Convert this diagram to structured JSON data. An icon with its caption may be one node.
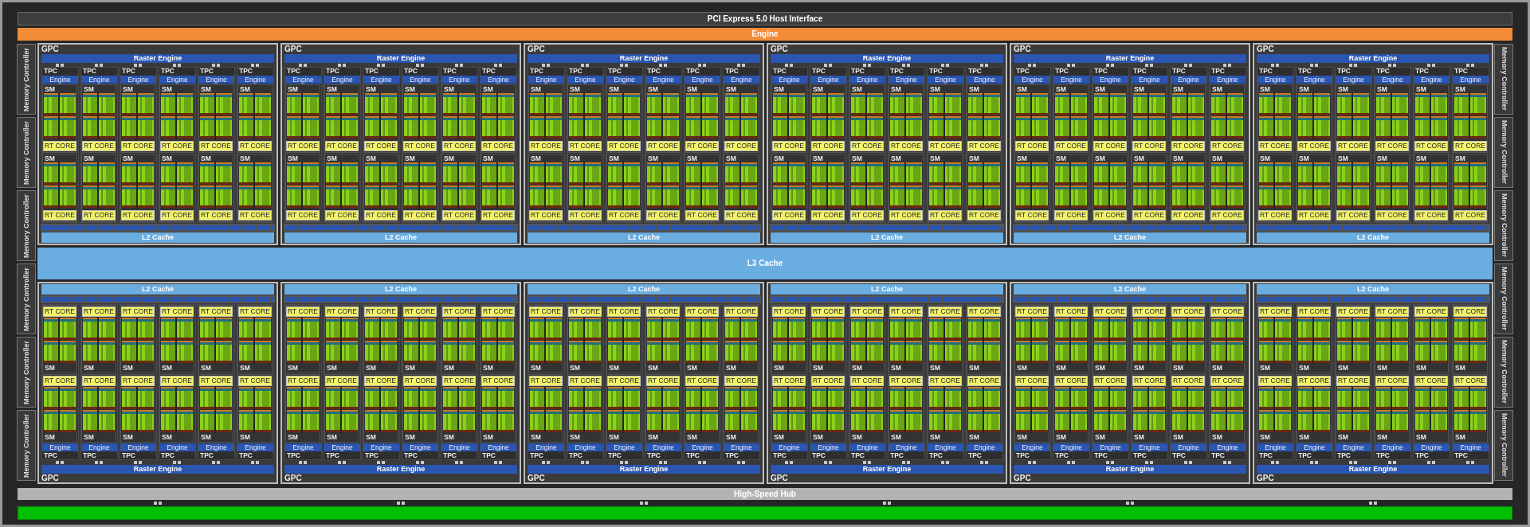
{
  "diagram": {
    "nodes": [
      {
        "text": [
          "PCI Express 5.0 Host Interface"
        ]
      },
      {
        "text": [
          "Engine"
        ]
      },
      {
        "text": [
          "Memory Controller"
        ]
      },
      {
        "text": [
          "Memory Controller"
        ]
      },
      {
        "text": [
          "Memory Controller"
        ]
      },
      {
        "text": [
          "Memory Controller"
        ]
      },
      {
        "text": [
          "Memory Controller"
        ]
      },
      {
        "text": [
          "Memory Controller"
        ]
      },
      {
        "text": [
          "Memory Controller"
        ]
      },
      {
        "text": [
          "Memory Controller"
        ]
      },
      {
        "text": [
          "Memory Controller"
        ]
      },
      {
        "text": [
          "Memory Controller"
        ]
      },
      {
        "text": [
          "Memory Controller"
        ]
      },
      {
        "text": [
          "Memory Controller"
        ]
      },
      {
        "text": [
          "GPC"
        ]
      },
      {
        "text": [
          "Raster Engine"
        ],
        "in": 14
      },
      {
        "text": [
          "TPC"
        ],
        "in": 14
      },
      {
        "text": [
          "Engine"
        ],
        "in": 16
      },
      {
        "text": [
          "SM"
        ],
        "in": 16
      },
      {
        "text": [
          "RT CORE"
        ],
        "in": 18
      },
      {
        "text": [
          "SM"
        ],
        "in": 16
      },
      {
        "text": [
          "RT CORE"
        ],
        "in": 20
      },
      {
        "text": [
          "TPC"
        ],
        "in": 14
      },
      {
        "text": [
          "Engine"
        ],
        "in": 22
      },
      {
        "text": [
          "SM"
        ],
        "in": 22
      },
      {
        "text": [
          "RT CORE"
        ],
        "in": 24
      },
      {
        "text": [
          "SM"
        ],
        "in": 22
      },
      {
        "text": [
          "RT CORE"
        ],
        "in": 26
      },
      {
        "text": [
          "TPC"
        ],
        "in": 14
      },
      {
        "text": [
          "Engine"
        ],
        "in": 28
      },
      {
        "text": [
          "SM"
        ],
        "in": 28
      },
      {
        "text": [
          "RT CORE"
        ],
        "in": 30
      },
      {
        "text": [
          "SM"
        ],
        "in": 28
      },
      {
        "text": [
          "RT CORE"
        ],
        "in": 32
      },
      {
        "text": [
          "TPC"
        ],
        "in": 14
      },
      {
        "text": [
          "Engine"
        ],
        "in": 34
      },
      {
        "text": [
          "SM"
        ],
        "in": 34
      },
      {
        "text": [
          "RT CORE"
        ],
        "in": 36
      },
      {
        "text": [
          "SM"
        ],
        "in": 34
      },
      {
        "text": [
          "RT CORE"
        ],
        "in": 38
      },
      {
        "text": [
          "TPC"
        ],
        "in": 14
      },
      {
        "text": [
          "Engine"
        ],
        "in": 40
      },
      {
        "text": [
          "SM"
        ],
        "in": 40
      },
      {
        "text": [
          "RT CORE"
        ],
        "in": 42
      },
      {
        "text": [
          "SM"
        ],
        "in": 40
      },
      {
        "text": [
          "RT CORE"
        ],
        "in": 44
      },
      {
        "text": [
          "TPC"
        ],
        "in": 14
      },
      {
        "text": [
          "Engine"
        ],
        "in": 46
      },
      {
        "text": [
          "SM"
        ],
        "in": 46
      },
      {
        "text": [
          "RT CORE"
        ],
        "in": 48
      },
      {
        "text": [
          "SM"
        ],
        "in": 46
      },
      {
        "text": [
          "RT CORE"
        ],
        "in": 50
      },
      {
        "text": [
          "L2 Cache"
        ],
        "in": 14
      },
      {
        "text": [
          "GPC"
        ]
      },
      {
        "text": [
          "Raster Engine"
        ],
        "in": 53
      },
      {
        "text": [
          "TPC"
        ],
        "in": 53
      },
      {
        "text": [
          "Engine"
        ],
        "in": 55
      },
      {
        "text": [
          "SM"
        ],
        "in": 55
      },
      {
        "text": [
          "RT CORE"
        ],
        "in": 57
      },
      {
        "text": [
          "SM"
        ],
        "in": 55
      },
      {
        "text": [
          "RT CORE"
        ],
        "in": 59
      },
      {
        "text": [
          "TPC"
        ],
        "in": 53
      },
      {
        "text": [
          "Engine"
        ],
        "in": 61
      },
      {
        "text": [
          "SM"
        ],
        "in": 61
      },
      {
        "text": [
          "RT CORE"
        ],
        "in": 63
      },
      {
        "text": [
          "SM"
        ],
        "in": 61
      },
      {
        "text": [
          "RT CORE"
        ],
        "in": 65
      },
      {
        "text": [
          "TPC"
        ],
        "in": 53
      },
      {
        "text": [
          "Engine"
        ],
        "in": 67
      },
      {
        "text": [
          "SM"
        ],
        "in": 67
      },
      {
        "text": [
          "RT CORE"
        ],
        "in": 69
      },
      {
        "text": [
          "SM"
        ],
        "in": 67
      },
      {
        "text": [
          "RT CORE"
        ],
        "in": 71
      },
      {
        "text": [
          "TPC"
        ],
        "in": 53
      },
      {
        "text": [
          "Engine"
        ],
        "in": 73
      },
      {
        "text": [
          "SM"
        ],
        "in": 73
      },
      {
        "text": [
          "RT CORE"
        ],
        "in": 75
      },
      {
        "text": [
          "SM"
        ],
        "in": 73
      },
      {
        "text": [
          "RT CORE"
        ],
        "in": 77
      },
      {
        "text": [
          "TPC"
        ],
        "in": 53
      },
      {
        "text": [
          "Engine"
        ],
        "in": 79
      },
      {
        "text": [
          "SM"
        ],
        "in": 79
      },
      {
        "text": [
          "RT CORE"
        ],
        "in": 81
      },
      {
        "text": [
          "SM"
        ],
        "in": 79
      },
      {
        "text": [
          "RT CORE"
        ],
        "in": 83
      },
      {
        "text": [
          "TPC"
        ],
        "in": 53
      },
      {
        "text": [
          "Engine"
        ],
        "in": 85
      },
      {
        "text": [
          "SM"
        ],
        "in": 85
      },
      {
        "text": [
          "RT CORE"
        ],
        "in": 87
      },
      {
        "text": [
          "SM"
        ],
        "in": 85
      },
      {
        "text": [
          "RT CORE"
        ],
        "in": 89
      },
      {
        "text": [
          "L2 Cache"
        ],
        "in": 53
      },
      {
        "text": [
          "GPC"
        ]
      },
      {
        "text": [
          "Raster Engine"
        ],
        "in": 92
      },
      {
        "text": [
          "TPC"
        ],
        "in": 92
      },
      {
        "text": [
          "Engine"
        ],
        "in": 94
      },
      {
        "text": [
          "SM"
        ],
        "in": 94
      },
      {
        "text": [
          "RT CORE"
        ],
        "in": 96
      },
      {
        "text": [
          "SM"
        ],
        "in": 94
      },
      {
        "text": [
          "RT CORE"
        ],
        "in": 98
      },
      {
        "text": [
          "TPC"
        ],
        "in": 92
      },
      {
        "text": [
          "Engine"
        ],
        "in": 100
      },
      {
        "text": [
          "SM"
        ],
        "in": 100
      },
      {
        "text": [
          "RT CORE"
        ],
        "in": 102
      },
      {
        "text": [
          "SM"
        ],
        "in": 100
      },
      {
        "text": [
          "RT CORE"
        ],
        "in": 104
      },
      {
        "text": [
          "TPC"
        ],
        "in": 92
      },
      {
        "text": [
          "Engine"
        ],
        "in": 106
      },
      {
        "text": [
          "SM"
        ],
        "in": 106
      },
      {
        "text": [
          "RT CORE"
        ],
        "in": 108
      },
      {
        "text": [
          "SM"
        ],
        "in": 106
      },
      {
        "text": [
          "RT CORE"
        ],
        "in": 110
      },
      {
        "text": [
          "TPC"
        ],
        "in": 92
      },
      {
        "text": [
          "Engine"
        ],
        "in": 112
      },
      {
        "text": [
          "SM"
        ],
        "in": 112
      },
      {
        "text": [
          "RT CORE"
        ],
        "in": 114
      },
      {
        "text": [
          "SM"
        ],
        "in": 112
      },
      {
        "text": [
          "RT CORE"
        ],
        "in": 116
      },
      {
        "text": [
          "TPC"
        ],
        "in": 92
      },
      {
        "text": [
          "Engine"
        ],
        "in": 118
      },
      {
        "text": [
          "SM"
        ],
        "in": 118
      },
      {
        "text": [
          "RT CORE"
        ],
        "in": 120
      },
      {
        "text": [
          "SM"
        ],
        "in": 118
      },
      {
        "text": [
          "RT CORE"
        ],
        "in": 122
      },
      {
        "text": [
          "TPC"
        ],
        "in": 92
      },
      {
        "text": [
          "Engine"
        ],
        "in": 124
      },
      {
        "text": [
          "SM"
        ],
        "in": 124
      },
      {
        "text": [
          "RT CORE"
        ],
        "in": 126
      },
      {
        "text": [
          "SM"
        ],
        "in": 124
      },
      {
        "text": [
          "RT CORE"
        ],
        "in": 128
      },
      {
        "text": [
          "L2 Cache"
        ],
        "in": 92
      },
      {
        "text": [
          "GPC"
        ]
      },
      {
        "text": [
          "Raster Engine"
        ],
        "in": 131
      },
      {
        "text": [
          "TPC"
        ],
        "in": 131
      },
      {
        "text": [
          "Engine"
        ],
        "in": 133
      },
      {
        "text": [
          "SM"
        ],
        "in": 133
      },
      {
        "text": [
          "RT CORE"
        ],
        "in": 135
      },
      {
        "text": [
          "SM"
        ],
        "in": 133
      },
      {
        "text": [
          "RT CORE"
        ],
        "in": 137
      },
      {
        "text": [
          "TPC"
        ],
        "in": 131
      },
      {
        "text": [
          "Engine"
        ],
        "in": 139
      },
      {
        "text": [
          "SM"
        ],
        "in": 139
      },
      {
        "text": [
          "RT CORE"
        ],
        "in": 141
      },
      {
        "text": [
          "SM"
        ],
        "in": 139
      },
      {
        "text": [
          "RT CORE"
        ],
        "in": 143
      },
      {
        "text": [
          "TPC"
        ],
        "in": 131
      },
      {
        "text": [
          "Engine"
        ],
        "in": 145
      },
      {
        "text": [
          "SM"
        ],
        "in": 145
      },
      {
        "text": [
          "RT CORE"
        ],
        "in": 147
      },
      {
        "text": [
          "SM"
        ],
        "in": 145
      },
      {
        "text": [
          "RT CORE"
        ],
        "in": 149
      },
      {
        "text": [
          "TPC"
        ],
        "in": 131
      },
      {
        "text": [
          "Engine"
        ],
        "in": 151
      },
      {
        "text": [
          "SM"
        ],
        "in": 151
      },
      {
        "text": [
          "RT CORE"
        ],
        "in": 153
      },
      {
        "text": [
          "SM"
        ],
        "in": 151
      },
      {
        "text": [
          "RT CORE"
        ],
        "in": 155
      },
      {
        "text": [
          "TPC"
        ],
        "in": 131
      },
      {
        "text": [
          "Engine"
        ],
        "in": 157
      },
      {
        "text": [
          "SM"
        ],
        "in": 157
      },
      {
        "text": [
          "RT CORE"
        ],
        "in": 159
      },
      {
        "text": [
          "SM"
        ],
        "in": 157
      },
      {
        "text": [
          "RT CORE"
        ],
        "in": 161
      },
      {
        "text": [
          "TPC"
        ],
        "in": 131
      },
      {
        "text": [
          "Engine"
        ],
        "in": 163
      },
      {
        "text": [
          "SM"
        ],
        "in": 163
      },
      {
        "text": [
          "RT CORE"
        ],
        "in": 165
      },
      {
        "text": [
          "SM"
        ],
        "in": 163
      },
      {
        "text": [
          "RT CORE"
        ],
        "in": 167
      },
      {
        "text": [
          "L2 Cache"
        ],
        "in": 131
      },
      {
        "text": [
          "GPC"
        ]
      },
      {
        "text": [
          "Raster Engine"
        ],
        "in": 170
      },
      {
        "text": [
          "TPC"
        ],
        "in": 170
      },
      {
        "text": [
          "Engine"
        ],
        "in": 172
      },
      {
        "text": [
          "SM"
        ],
        "in": 172
      },
      {
        "text": [
          "RT CORE"
        ],
        "in": 174
      },
      {
        "text": [
          "SM"
        ],
        "in": 172
      },
      {
        "text": [
          "RT CORE"
        ],
        "in": 176
      },
      {
        "text": [
          "TPC"
        ],
        "in": 170
      },
      {
        "text": [
          "Engine"
        ],
        "in": 178
      },
      {
        "text": [
          "SM"
        ],
        "in": 178
      },
      {
        "text": [
          "RT CORE"
        ],
        "in": 180
      },
      {
        "text": [
          "SM"
        ],
        "in": 178
      },
      {
        "text": [
          "RT CORE"
        ],
        "in": 182
      },
      {
        "text": [
          "TPC"
        ],
        "in": 170
      },
      {
        "text": [
          "Engine"
        ],
        "in": 184
      },
      {
        "text": [
          "SM"
        ],
        "in": 184
      },
      {
        "text": [
          "RT CORE"
        ],
        "in": 186
      },
      {
        "text": [
          "SM"
        ],
        "in": 184
      },
      {
        "text": [
          "RT CORE"
        ],
        "in": 188
      },
      {
        "text": [
          "TPC"
        ],
        "in": 170
      },
      {
        "text": [
          "Engine"
        ],
        "in": 190
      },
      {
        "text": [
          "SM"
        ],
        "in": 190
      },
      {
        "text": [
          "RT CORE"
        ],
        "in": 192
      },
      {
        "text": [
          "SM"
        ],
        "in": 190
      },
      {
        "text": [
          "RT CORE"
        ],
        "in": 194
      },
      {
        "text": [
          "TPC"
        ],
        "in": 170
      },
      {
        "text": [
          "Engine"
        ],
        "in": 196
      },
      {
        "text": [
          "SM"
        ],
        "in": 196
      },
      {
        "text": [
          "RT CORE"
        ],
        "in": 198
      },
      {
        "text": [
          "SM"
        ],
        "in": 196
      },
      {
        "text": [
          "RT CORE"
        ],
        "in": 200
      },
      {
        "text": [
          "TPC"
        ],
        "in": 170
      },
      {
        "text": [
          "Engine"
        ],
        "in": 202
      },
      {
        "text": [
          "SM"
        ],
        "in": 202
      },
      {
        "text": [
          "RT CORE"
        ],
        "in": 204
      },
      {
        "text": [
          "SM"
        ],
        "in": 202
      },
      {
        "text": [
          "RT CORE"
        ],
        "in": 206
      },
      {
        "text": [
          "L2 Cache"
        ],
        "in": 170
      },
      {
        "text": [
          "GPC"
        ]
      },
      {
        "text": [
          "Raster Engine"
        ],
        "in": 209
      },
      {
        "text": [
          "TPC"
        ],
        "in": 209
      },
      {
        "text": [
          "Engine"
        ],
        "in": 211
      },
      {
        "text": [
          "SM"
        ],
        "in": 211
      },
      {
        "text": [
          "RT CORE"
        ],
        "in": 213
      },
      {
        "text": [
          "SM"
        ],
        "in": 211
      },
      {
        "text": [
          "RT CORE"
        ],
        "in": 215
      },
      {
        "text": [
          "TPC"
        ],
        "in": 209
      },
      {
        "text": [
          "Engine"
        ],
        "in": 217
      },
      {
        "text": [
          "SM"
        ],
        "in": 217
      },
      {
        "text": [
          "RT CORE"
        ],
        "in": 219
      },
      {
        "text": [
          "SM"
        ],
        "in": 217
      },
      {
        "text": [
          "RT CORE"
        ],
        "in": 221
      },
      {
        "text": [
          "TPC"
        ],
        "in": 209
      },
      {
        "text": [
          "Engine"
        ],
        "in": 223
      },
      {
        "text": [
          "SM"
        ],
        "in": 223
      },
      {
        "text": [
          "RT CORE"
        ],
        "in": 225
      },
      {
        "text": [
          "SM"
        ],
        "in": 223
      },
      {
        "text": [
          "RT CORE"
        ],
        "in": 227
      },
      {
        "text": [
          "TPC"
        ],
        "in": 209
      },
      {
        "text": [
          "Engine"
        ],
        "in": 229
      },
      {
        "text": [
          "SM"
        ],
        "in": 229
      },
      {
        "text": [
          "RT CORE"
        ],
        "in": 231
      },
      {
        "text": [
          "SM"
        ],
        "in": 229
      },
      {
        "text": [
          "RT CORE"
        ],
        "in": 233
      },
      {
        "text": [
          "TPC"
        ],
        "in": 209
      },
      {
        "text": [
          "Engine"
        ],
        "in": 235
      },
      {
        "text": [
          "SM"
        ],
        "in": 235
      },
      {
        "text": [
          "RT CORE"
        ],
        "in": 237
      },
      {
        "text": [
          "SM"
        ],
        "in": 235
      },
      {
        "text": [
          "RT CORE"
        ],
        "in": 239
      },
      {
        "text": [
          "TPC"
        ],
        "in": 209
      },
      {
        "text": [
          "Engine"
        ],
        "in": 241
      },
      {
        "text": [
          "SM"
        ],
        "in": 241
      },
      {
        "text": [
          "RT CORE"
        ],
        "in": 243
      },
      {
        "text": [
          "SM"
        ],
        "in": 241
      },
      {
        "text": [
          "RT CORE"
        ],
        "in": 245
      },
      {
        "text": [
          "L2 Cache"
        ],
        "in": 209
      },
      {
        "text": [
          "L3 Cache"
        ]
      },
      {
        "text": [
          "GPC"
        ]
      },
      {
        "text": [
          "L2 Cache"
        ],
        "in": 249
      },
      {
        "text": [
          "TPC"
        ],
        "in": 249
      },
      {
        "text": [
          "SM"
        ],
        "in": 251
      },
      {
        "text": [
          "RT CORE"
        ],
        "in": 252
      },
      {
        "text": [
          "SM"
        ],
        "in": 251
      },
      {
        "text": [
          "RT CORE"
        ],
        "in": 254
      },
      {
        "text": [
          "Engine"
        ],
        "in": 251
      },
      {
        "text": [
          "TPC"
        ],
        "in": 249
      },
      {
        "text": [
          "SM"
        ],
        "in": 257
      },
      {
        "text": [
          "RT CORE"
        ],
        "in": 258
      },
      {
        "text": [
          "SM"
        ],
        "in": 257
      },
      {
        "text": [
          "RT CORE"
        ],
        "in": 260
      },
      {
        "text": [
          "Engine"
        ],
        "in": 257
      },
      {
        "text": [
          "TPC"
        ],
        "in": 249
      },
      {
        "text": [
          "SM"
        ],
        "in": 263
      },
      {
        "text": [
          "RT CORE"
        ],
        "in": 264
      },
      {
        "text": [
          "SM"
        ],
        "in": 263
      },
      {
        "text": [
          "RT CORE"
        ],
        "in": 266
      },
      {
        "text": [
          "Engine"
        ],
        "in": 263
      },
      {
        "text": [
          "TPC"
        ],
        "in": 249
      },
      {
        "text": [
          "SM"
        ],
        "in": 269
      },
      {
        "text": [
          "RT CORE"
        ],
        "in": 270
      },
      {
        "text": [
          "SM"
        ],
        "in": 269
      },
      {
        "text": [
          "RT CORE"
        ],
        "in": 272
      },
      {
        "text": [
          "Engine"
        ],
        "in": 269
      },
      {
        "text": [
          "TPC"
        ],
        "in": 249
      },
      {
        "text": [
          "SM"
        ],
        "in": 275
      },
      {
        "text": [
          "RT CORE"
        ],
        "in": 276
      },
      {
        "text": [
          "SM"
        ],
        "in": 275
      },
      {
        "text": [
          "RT CORE"
        ],
        "in": 278
      },
      {
        "text": [
          "Engine"
        ],
        "in": 275
      },
      {
        "text": [
          "TPC"
        ],
        "in": 249
      },
      {
        "text": [
          "SM"
        ],
        "in": 281
      },
      {
        "text": [
          "RT CORE"
        ],
        "in": 282
      },
      {
        "text": [
          "SM"
        ],
        "in": 281
      },
      {
        "text": [
          "RT CORE"
        ],
        "in": 284
      },
      {
        "text": [
          "Engine"
        ],
        "in": 281
      },
      {
        "text": [
          "Raster Engine"
        ],
        "in": 249
      },
      {
        "text": [
          "GPC"
        ]
      },
      {
        "text": [
          "L2 Cache"
        ],
        "in": 288
      },
      {
        "text": [
          "TPC"
        ],
        "in": 288
      },
      {
        "text": [
          "SM"
        ],
        "in": 290
      },
      {
        "text": [
          "RT CORE"
        ],
        "in": 291
      },
      {
        "text": [
          "SM"
        ],
        "in": 290
      },
      {
        "text": [
          "RT CORE"
        ],
        "in": 293
      },
      {
        "text": [
          "Engine"
        ],
        "in": 290
      },
      {
        "text": [
          "TPC"
        ],
        "in": 288
      },
      {
        "text": [
          "SM"
        ],
        "in": 296
      },
      {
        "text": [
          "RT CORE"
        ],
        "in": 297
      },
      {
        "text": [
          "SM"
        ],
        "in": 296
      },
      {
        "text": [
          "RT CORE"
        ],
        "in": 299
      },
      {
        "text": [
          "Engine"
        ],
        "in": 296
      },
      {
        "text": [
          "TPC"
        ],
        "in": 288
      },
      {
        "text": [
          "SM"
        ],
        "in": 302
      },
      {
        "text": [
          "RT CORE"
        ],
        "in": 303
      },
      {
        "text": [
          "SM"
        ],
        "in": 302
      },
      {
        "text": [
          "RT CORE"
        ],
        "in": 305
      },
      {
        "text": [
          "Engine"
        ],
        "in": 302
      },
      {
        "text": [
          "TPC"
        ],
        "in": 288
      },
      {
        "text": [
          "SM"
        ],
        "in": 308
      },
      {
        "text": [
          "RT CORE"
        ],
        "in": 309
      },
      {
        "text": [
          "SM"
        ],
        "in": 308
      },
      {
        "text": [
          "RT CORE"
        ],
        "in": 311
      },
      {
        "text": [
          "Engine"
        ],
        "in": 308
      },
      {
        "text": [
          "TPC"
        ],
        "in": 288
      },
      {
        "text": [
          "SM"
        ],
        "in": 314
      },
      {
        "text": [
          "RT CORE"
        ],
        "in": 315
      },
      {
        "text": [
          "SM"
        ],
        "in": 314
      },
      {
        "text": [
          "RT CORE"
        ],
        "in": 317
      },
      {
        "text": [
          "Engine"
        ],
        "in": 314
      },
      {
        "text": [
          "TPC"
        ],
        "in": 288
      },
      {
        "text": [
          "SM"
        ],
        "in": 320
      },
      {
        "text": [
          "RT CORE"
        ],
        "in": 321
      },
      {
        "text": [
          "SM"
        ],
        "in": 320
      },
      {
        "text": [
          "RT CORE"
        ],
        "in": 323
      },
      {
        "text": [
          "Engine"
        ],
        "in": 320
      },
      {
        "text": [
          "Raster Engine"
        ],
        "in": 288
      },
      {
        "text": [
          "GPC"
        ]
      },
      {
        "text": [
          "L2 Cache"
        ],
        "in": 327
      },
      {
        "text": [
          "TPC"
        ],
        "in": 327
      },
      {
        "text": [
          "SM"
        ],
        "in": 329
      },
      {
        "text": [
          "RT CORE"
        ],
        "in": 330
      },
      {
        "text": [
          "SM"
        ],
        "in": 329
      },
      {
        "text": [
          "RT CORE"
        ],
        "in": 332
      },
      {
        "text": [
          "Engine"
        ],
        "in": 329
      },
      {
        "text": [
          "TPC"
        ],
        "in": 327
      },
      {
        "text": [
          "SM"
        ],
        "in": 335
      },
      {
        "text": [
          "RT CORE"
        ],
        "in": 336
      },
      {
        "text": [
          "SM"
        ],
        "in": 335
      },
      {
        "text": [
          "RT CORE"
        ],
        "in": 338
      },
      {
        "text": [
          "Engine"
        ],
        "in": 335
      },
      {
        "text": [
          "TPC"
        ],
        "in": 327
      },
      {
        "text": [
          "SM"
        ],
        "in": 341
      },
      {
        "text": [
          "RT CORE"
        ],
        "in": 342
      },
      {
        "text": [
          "SM"
        ],
        "in": 341
      },
      {
        "text": [
          "RT CORE"
        ],
        "in": 344
      },
      {
        "text": [
          "Engine"
        ],
        "in": 341
      },
      {
        "text": [
          "TPC"
        ],
        "in": 327
      },
      {
        "text": [
          "SM"
        ],
        "in": 347
      },
      {
        "text": [
          "RT CORE"
        ],
        "in": 348
      },
      {
        "text": [
          "SM"
        ],
        "in": 347
      },
      {
        "text": [
          "RT CORE"
        ],
        "in": 350
      },
      {
        "text": [
          "Engine"
        ],
        "in": 347
      },
      {
        "text": [
          "TPC"
        ],
        "in": 327
      },
      {
        "text": [
          "SM"
        ],
        "in": 353
      },
      {
        "text": [
          "RT CORE"
        ],
        "in": 354
      },
      {
        "text": [
          "SM"
        ],
        "in": 353
      },
      {
        "text": [
          "RT CORE"
        ],
        "in": 356
      },
      {
        "text": [
          "Engine"
        ],
        "in": 353
      },
      {
        "text": [
          "TPC"
        ],
        "in": 327
      },
      {
        "text": [
          "SM"
        ],
        "in": 359
      },
      {
        "text": [
          "RT CORE"
        ],
        "in": 360
      },
      {
        "text": [
          "SM"
        ],
        "in": 359
      },
      {
        "text": [
          "RT CORE"
        ],
        "in": 362
      },
      {
        "text": [
          "Engine"
        ],
        "in": 359
      },
      {
        "text": [
          "Raster Engine"
        ],
        "in": 327
      },
      {
        "text": [
          "GPC"
        ]
      },
      {
        "text": [
          "L2 Cache"
        ],
        "in": 366
      },
      {
        "text": [
          "TPC"
        ],
        "in": 366
      },
      {
        "text": [
          "SM"
        ],
        "in": 368
      },
      {
        "text": [
          "RT CORE"
        ],
        "in": 369
      },
      {
        "text": [
          "SM"
        ],
        "in": 368
      },
      {
        "text": [
          "RT CORE"
        ],
        "in": 371
      },
      {
        "text": [
          "Engine"
        ],
        "in": 368
      },
      {
        "text": [
          "TPC"
        ],
        "in": 366
      },
      {
        "text": [
          "SM"
        ],
        "in": 374
      },
      {
        "text": [
          "RT CORE"
        ],
        "in": 375
      },
      {
        "text": [
          "SM"
        ],
        "in": 374
      },
      {
        "text": [
          "RT CORE"
        ],
        "in": 377
      },
      {
        "text": [
          "Engine"
        ],
        "in": 374
      },
      {
        "text": [
          "TPC"
        ],
        "in": 366
      },
      {
        "text": [
          "SM"
        ],
        "in": 380
      },
      {
        "text": [
          "RT CORE"
        ],
        "in": 381
      },
      {
        "text": [
          "SM"
        ],
        "in": 380
      },
      {
        "text": [
          "RT CORE"
        ],
        "in": 383
      },
      {
        "text": [
          "Engine"
        ],
        "in": 380
      },
      {
        "text": [
          "TPC"
        ],
        "in": 366
      },
      {
        "text": [
          "SM"
        ],
        "in": 386
      },
      {
        "text": [
          "RT CORE"
        ],
        "in": 387
      },
      {
        "text": [
          "SM"
        ],
        "in": 386
      },
      {
        "text": [
          "RT CORE"
        ],
        "in": 389
      },
      {
        "text": [
          "Engine"
        ],
        "in": 386
      },
      {
        "text": [
          "TPC"
        ],
        "in": 366
      },
      {
        "text": [
          "SM"
        ],
        "in": 392
      },
      {
        "text": [
          "RT CORE"
        ],
        "in": 393
      },
      {
        "text": [
          "SM"
        ],
        "in": 392
      },
      {
        "text": [
          "RT CORE"
        ],
        "in": 395
      },
      {
        "text": [
          "Engine"
        ],
        "in": 392
      },
      {
        "text": [
          "TPC"
        ],
        "in": 366
      },
      {
        "text": [
          "SM"
        ],
        "in": 398
      },
      {
        "text": [
          "RT CORE"
        ],
        "in": 399
      },
      {
        "text": [
          "SM"
        ],
        "in": 398
      },
      {
        "text": [
          "RT CORE"
        ],
        "in": 401
      },
      {
        "text": [
          "Engine"
        ],
        "in": 398
      },
      {
        "text": [
          "Raster Engine"
        ],
        "in": 366
      },
      {
        "text": [
          "GPC"
        ]
      },
      {
        "text": [
          "L2 Cache"
        ],
        "in": 405
      },
      {
        "text": [
          "TPC"
        ],
        "in": 405
      },
      {
        "text": [
          "SM"
        ],
        "in": 407
      },
      {
        "text": [
          "RT CORE"
        ],
        "in": 408
      },
      {
        "text": [
          "SM"
        ],
        "in": 407
      },
      {
        "text": [
          "RT CORE"
        ],
        "in": 410
      },
      {
        "text": [
          "Engine"
        ],
        "in": 407
      },
      {
        "text": [
          "TPC"
        ],
        "in": 405
      },
      {
        "text": [
          "SM"
        ],
        "in": 413
      },
      {
        "text": [
          "RT CORE"
        ],
        "in": 414
      },
      {
        "text": [
          "SM"
        ],
        "in": 413
      },
      {
        "text": [
          "RT CORE"
        ],
        "in": 416
      },
      {
        "text": [
          "Engine"
        ],
        "in": 413
      },
      {
        "text": [
          "TPC"
        ],
        "in": 405
      },
      {
        "text": [
          "SM"
        ],
        "in": 419
      },
      {
        "text": [
          "RT CORE"
        ],
        "in": 420
      },
      {
        "text": [
          "SM"
        ],
        "in": 419
      },
      {
        "text": [
          "RT CORE"
        ],
        "in": 422
      },
      {
        "text": [
          "Engine"
        ],
        "in": 419
      },
      {
        "text": [
          "TPC"
        ],
        "in": 405
      },
      {
        "text": [
          "SM"
        ],
        "in": 425
      },
      {
        "text": [
          "RT CORE"
        ],
        "in": 426
      },
      {
        "text": [
          "SM"
        ],
        "in": 425
      },
      {
        "text": [
          "RT CORE"
        ],
        "in": 428
      },
      {
        "text": [
          "Engine"
        ],
        "in": 425
      },
      {
        "text": [
          "TPC"
        ],
        "in": 405
      },
      {
        "text": [
          "SM"
        ],
        "in": 431
      },
      {
        "text": [
          "RT CORE"
        ],
        "in": 432
      },
      {
        "text": [
          "SM"
        ],
        "in": 431
      },
      {
        "text": [
          "RT CORE"
        ],
        "in": 434
      },
      {
        "text": [
          "Engine"
        ],
        "in": 431
      },
      {
        "text": [
          "TPC"
        ],
        "in": 405
      },
      {
        "text": [
          "SM"
        ],
        "in": 437
      },
      {
        "text": [
          "RT CORE"
        ],
        "in": 438
      },
      {
        "text": [
          "SM"
        ],
        "in": 437
      },
      {
        "text": [
          "RT CORE"
        ],
        "in": 440
      },
      {
        "text": [
          "Engine"
        ],
        "in": 437
      },
      {
        "text": [
          "Raster Engine"
        ],
        "in": 405
      },
      {
        "text": [
          "GPC"
        ]
      },
      {
        "text": [
          "L2 Cache"
        ],
        "in": 444
      },
      {
        "text": [
          "TPC"
        ],
        "in": 444
      },
      {
        "text": [
          "SM"
        ],
        "in": 446
      },
      {
        "text": [
          "RT CORE"
        ],
        "in": 447
      },
      {
        "text": [
          "SM"
        ],
        "in": 446
      },
      {
        "text": [
          "RT CORE"
        ],
        "in": 449
      },
      {
        "text": [
          "Engine"
        ],
        "in": 446
      },
      {
        "text": [
          "TPC"
        ],
        "in": 444
      },
      {
        "text": [
          "SM"
        ],
        "in": 452
      },
      {
        "text": [
          "RT CORE"
        ],
        "in": 453
      },
      {
        "text": [
          "SM"
        ],
        "in": 452
      },
      {
        "text": [
          "RT CORE"
        ],
        "in": 455
      },
      {
        "text": [
          "Engine"
        ],
        "in": 452
      },
      {
        "text": [
          "TPC"
        ],
        "in": 444
      },
      {
        "text": [
          "SM"
        ],
        "in": 458
      },
      {
        "text": [
          "RT CORE"
        ],
        "in": 459
      },
      {
        "text": [
          "SM"
        ],
        "in": 458
      },
      {
        "text": [
          "RT CORE"
        ],
        "in": 461
      },
      {
        "text": [
          "Engine"
        ],
        "in": 458
      },
      {
        "text": [
          "TPC"
        ],
        "in": 444
      },
      {
        "text": [
          "SM"
        ],
        "in": 464
      },
      {
        "text": [
          "RT CORE"
        ],
        "in": 465
      },
      {
        "text": [
          "SM"
        ],
        "in": 464
      },
      {
        "text": [
          "RT CORE"
        ],
        "in": 467
      },
      {
        "text": [
          "Engine"
        ],
        "in": 464
      },
      {
        "text": [
          "TPC"
        ],
        "in": 444
      },
      {
        "text": [
          "SM"
        ],
        "in": 470
      },
      {
        "text": [
          "RT CORE"
        ],
        "in": 471
      },
      {
        "text": [
          "SM"
        ],
        "in": 470
      },
      {
        "text": [
          "RT CORE"
        ],
        "in": 473
      },
      {
        "text": [
          "Engine"
        ],
        "in": 470
      },
      {
        "text": [
          "TPC"
        ],
        "in": 444
      },
      {
        "text": [
          "SM"
        ],
        "in": 476
      },
      {
        "text": [
          "RT CORE"
        ],
        "in": 477
      },
      {
        "text": [
          "SM"
        ],
        "in": 476
      },
      {
        "text": [
          "RT CORE"
        ],
        "in": 479
      },
      {
        "text": [
          "Engine"
        ],
        "in": 476
      },
      {
        "text": [
          "Raster Engine"
        ],
        "in": 444
      },
      {
        "text": [
          "High-Speed Hub"
        ]
      },
      {
        "text": [],
        "shape": "bar"
      }
    ]
  }
}
